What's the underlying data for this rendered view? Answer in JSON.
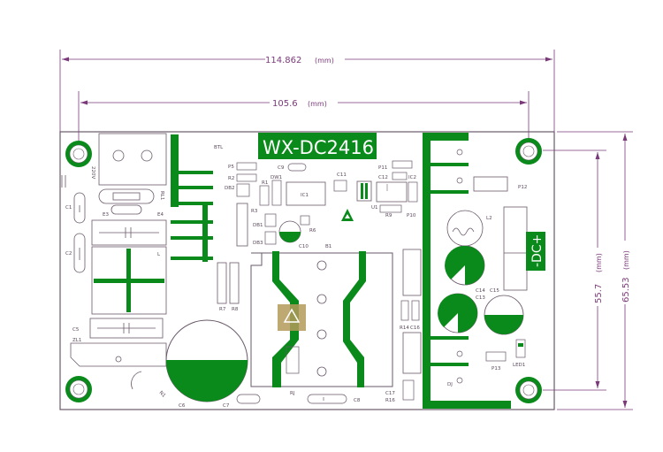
{
  "dimensions": {
    "overall_width": {
      "value": "114.862",
      "unit": "(mm)"
    },
    "hole_spacing_width": {
      "value": "105.6",
      "unit": "(mm)"
    },
    "hole_spacing_height": {
      "value": "55.7",
      "unit": "(mm)"
    },
    "overall_height": {
      "value": "65.53",
      "unit": "(mm)"
    }
  },
  "board": {
    "model": "WX-DC2416",
    "output_label": "-DC+",
    "input_label": "220V"
  },
  "components": {
    "btl": "BTL",
    "p5": "P5",
    "r2": "R2",
    "db2": "DB2",
    "r1": "R1",
    "dw1": "DW1",
    "c9": "C9",
    "ic1": "IC1",
    "c11": "C11",
    "p11": "P11",
    "c12": "C12",
    "ic2": "IC2",
    "u1": "U1",
    "r9": "R9",
    "p10": "P10",
    "p12": "P12",
    "l2": "L2",
    "r3": "R3",
    "db1": "DB1",
    "db3": "DB3",
    "r6": "R6",
    "c10": "C10",
    "b1": "B1",
    "c1": "C1",
    "e3": "E3",
    "e4": "E4",
    "rl1": "RL1",
    "c2": "C2",
    "c14": "C14",
    "c13": "C13",
    "c15": "C15",
    "r7": "R7",
    "r8": "R8",
    "r14": "R14",
    "c16": "C16",
    "c5": "C5",
    "zl1": "ZL1",
    "n1": "N1",
    "c6": "C6",
    "c7": "C7",
    "rj": "RJ",
    "c8": "C8",
    "c17": "C17",
    "r16": "R16",
    "dj": "DJ",
    "p13": "P13",
    "led1": "LED1",
    "l": "L"
  },
  "colors": {
    "trace": "#0a8a1a",
    "outline": "#6a5a6a",
    "dimension": "#7a3a7a",
    "hole_ring": "#0a8a1a"
  }
}
